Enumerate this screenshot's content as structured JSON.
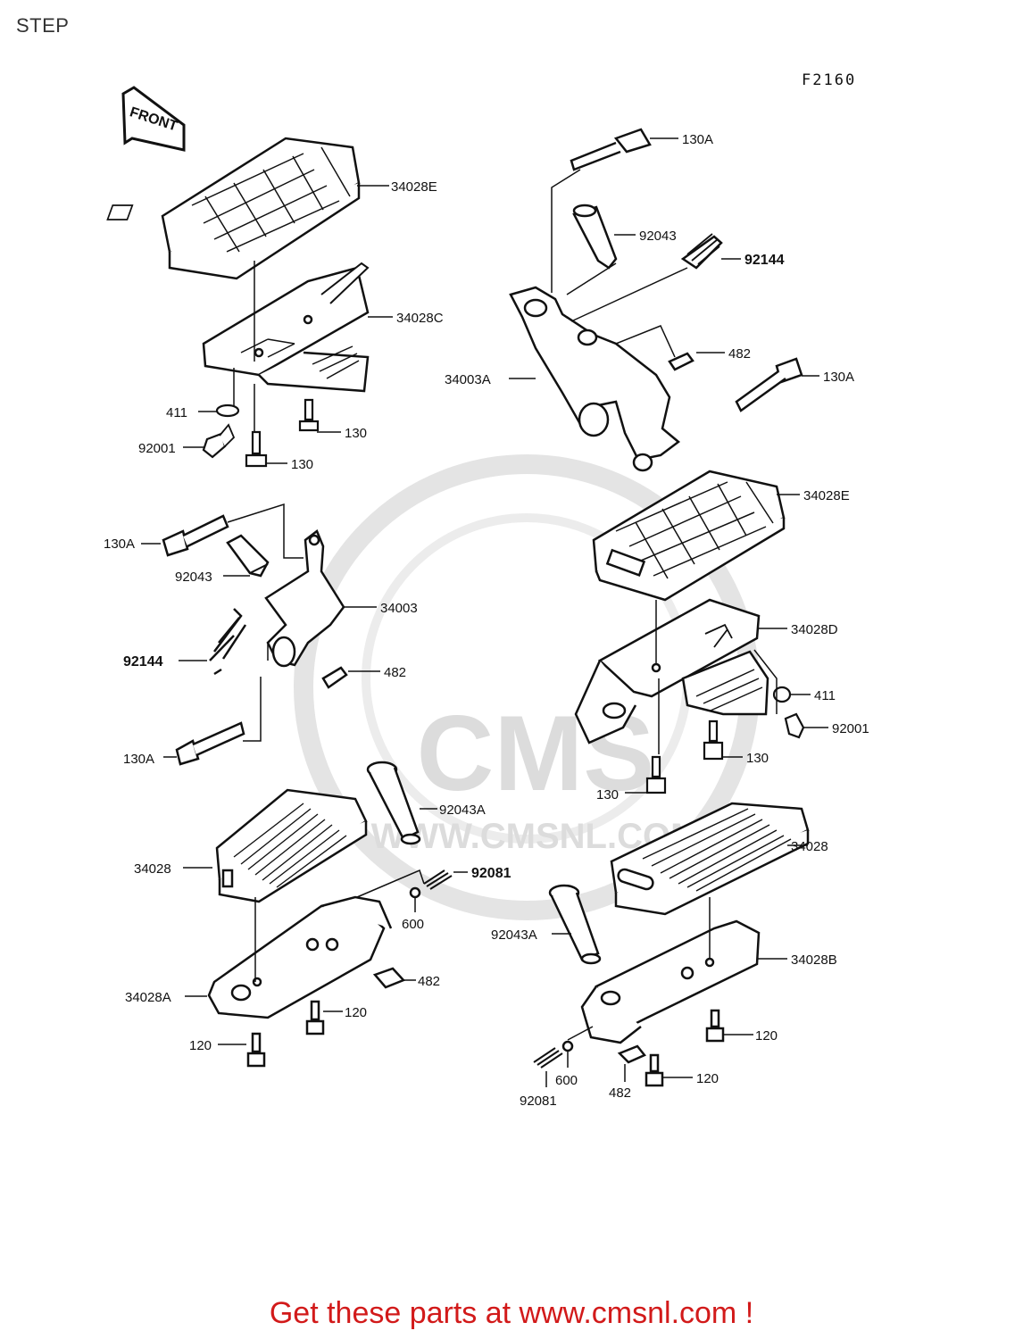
{
  "page": {
    "title": "STEP",
    "diagram_code": "F2160"
  },
  "front_marker": {
    "label": "FRONT"
  },
  "watermark": {
    "brand": "CMS",
    "url": "WWW.CMSNL.COM"
  },
  "footer": {
    "cta_text": "Get these parts at www.cmsnl.com !",
    "cta_color": "#d21a1a"
  },
  "labels": {
    "l34028E_top": "34028E",
    "l34028C": "34028C",
    "l411_left": "411",
    "l130_a": "130",
    "l92001_left": "92001",
    "l130_b": "130",
    "l130A_left1": "130A",
    "l92043_left": "92043",
    "l34003": "34003",
    "l92144_left": "92144",
    "l482_a": "482",
    "l130A_left2": "130A",
    "l130A_tr1": "130A",
    "l92043_right": "92043",
    "l92144_right": "92144",
    "l482_b": "482",
    "l34003A": "34003A",
    "l130A_tr2": "130A",
    "l34028E_right": "34028E",
    "l34028D": "34028D",
    "l411_right": "411",
    "l92001_right": "92001",
    "l130_c": "130",
    "l130_d": "130",
    "l92043A_left": "92043A",
    "l92081_left": "92081",
    "l34028_left": "34028",
    "l600_left": "600",
    "l482_c": "482",
    "l34028A": "34028A",
    "l120_a": "120",
    "l120_b": "120",
    "l34028_right": "34028",
    "l92043A_right": "92043A",
    "l34028B": "34028B",
    "l120_c": "120",
    "l120_d": "120",
    "l600_right": "600",
    "l482_d": "482",
    "l92081_right": "92081"
  }
}
